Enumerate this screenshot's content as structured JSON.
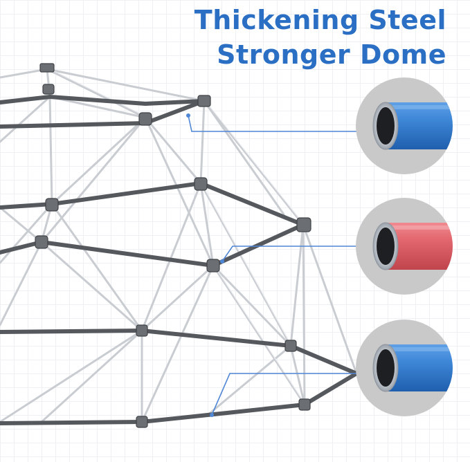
{
  "headline": {
    "line1": "Thickening Steel",
    "line2": "Stronger Dome"
  },
  "colors": {
    "headline": "#2a6fc3",
    "frame_bar": "#55585c",
    "frame_rung": "#cfd2d6",
    "callout_line": "#4f86d6",
    "callout_disc": "#c9c9c9",
    "pipe_blue": "#3579c9",
    "pipe_red": "#e0636a"
  },
  "callouts": [
    {
      "name": "upper-ring-tube",
      "pipe_color": "blue"
    },
    {
      "name": "middle-ring-tube",
      "pipe_color": "red"
    },
    {
      "name": "base-ring-tube",
      "pipe_color": "blue"
    }
  ]
}
